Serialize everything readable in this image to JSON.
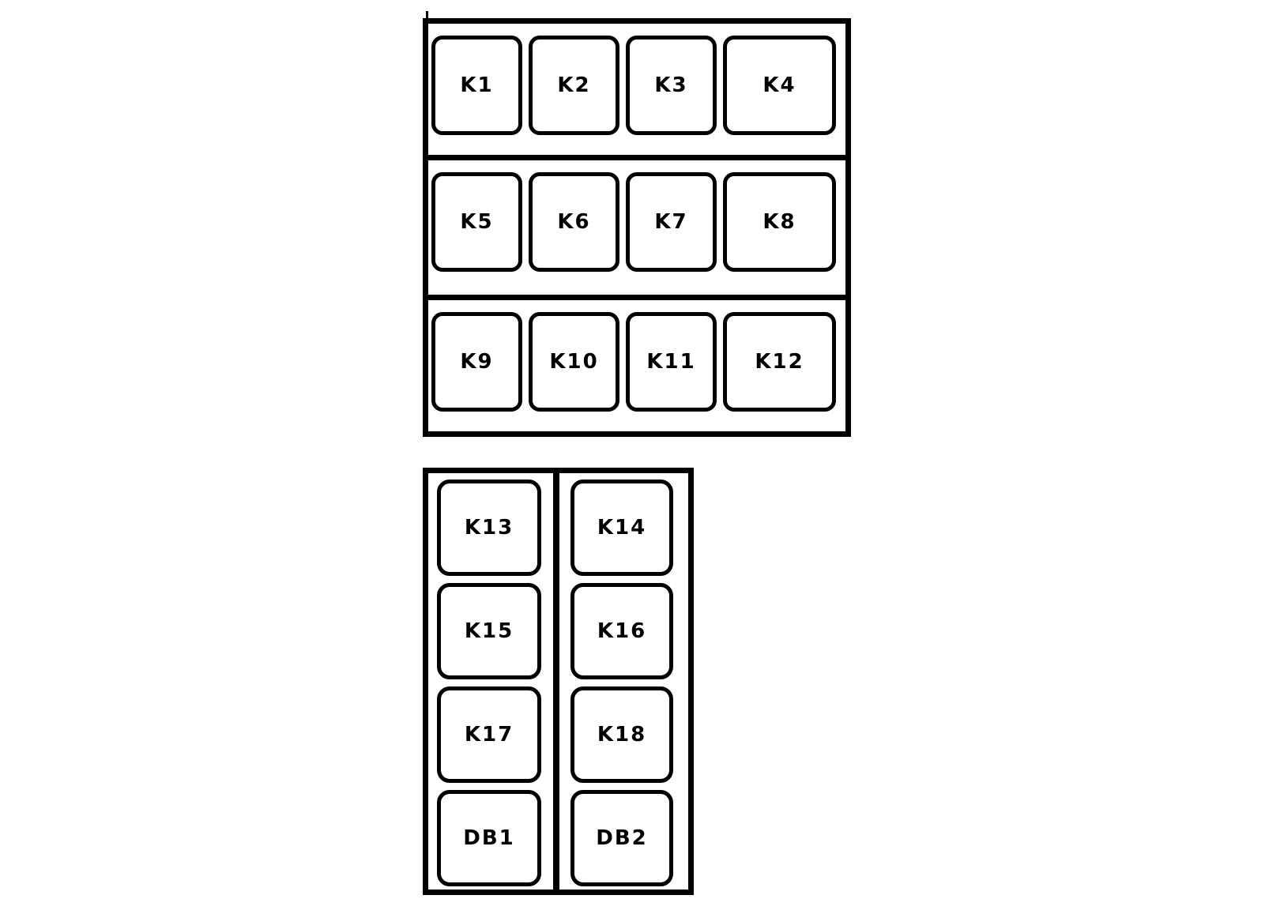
{
  "colors": {
    "line": "#000000",
    "background": "#ffffff"
  },
  "top_panel": {
    "rows": [
      {
        "boxes": [
          {
            "label": "K1"
          },
          {
            "label": "K2"
          },
          {
            "label": "K3"
          },
          {
            "label": "K4"
          }
        ]
      },
      {
        "boxes": [
          {
            "label": "K5"
          },
          {
            "label": "K6"
          },
          {
            "label": "K7"
          },
          {
            "label": "K8"
          }
        ]
      },
      {
        "boxes": [
          {
            "label": "K9"
          },
          {
            "label": "K10"
          },
          {
            "label": "K11"
          },
          {
            "label": "K12"
          }
        ]
      }
    ]
  },
  "bottom_panel": {
    "columns": [
      {
        "boxes": [
          {
            "label": "K13"
          },
          {
            "label": "K15"
          },
          {
            "label": "K17"
          },
          {
            "label": "DB1"
          }
        ]
      },
      {
        "boxes": [
          {
            "label": "K14"
          },
          {
            "label": "K16"
          },
          {
            "label": "K18"
          },
          {
            "label": "DB2"
          }
        ]
      }
    ]
  }
}
